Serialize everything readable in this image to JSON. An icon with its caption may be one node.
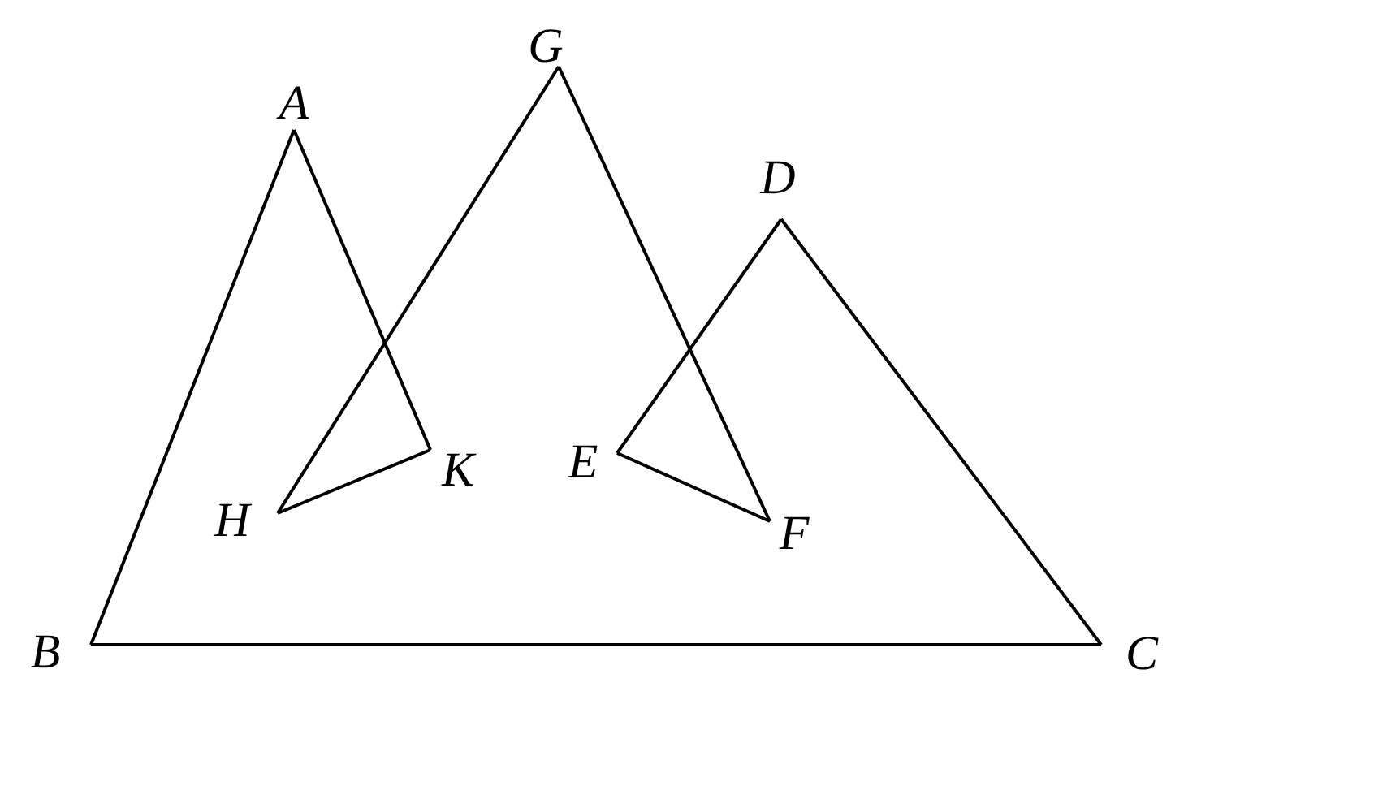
{
  "diagram": {
    "nodes": [
      {
        "text": [
          "G"
        ]
      },
      {
        "text": [
          "A"
        ]
      },
      {
        "text": [
          "D"
        ]
      },
      {
        "text": [
          "E"
        ]
      },
      {
        "text": [
          "K"
        ]
      },
      {
        "text": [
          "H"
        ]
      },
      {
        "text": [
          "F"
        ]
      },
      {
        "text": [
          "B"
        ]
      },
      {
        "text": [
          "C"
        ]
      }
    ],
    "edges": [
      {
        "from": 1,
        "to": 7,
        "arrow": "none"
      },
      {
        "from": 7,
        "to": 8,
        "arrow": "none"
      },
      {
        "from": 8,
        "to": 2,
        "arrow": "none"
      },
      {
        "from": 2,
        "to": 3,
        "arrow": "none"
      },
      {
        "from": 3,
        "to": 6,
        "arrow": "none"
      },
      {
        "from": 6,
        "to": 0,
        "arrow": "none"
      },
      {
        "from": 0,
        "to": 5,
        "arrow": "none"
      },
      {
        "from": 5,
        "to": 4,
        "arrow": "none"
      },
      {
        "from": 4,
        "to": 1,
        "arrow": "none"
      }
    ]
  }
}
